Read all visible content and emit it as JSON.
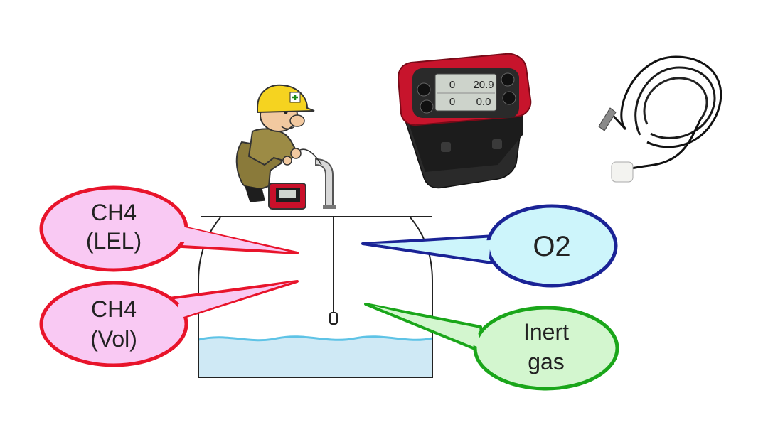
{
  "labels": {
    "ch4_lel": [
      "CH4",
      "(LEL)"
    ],
    "ch4_vol": [
      "CH4",
      "(Vol)"
    ],
    "o2": "O2",
    "inert_gas": [
      "Inert",
      "gas"
    ]
  },
  "device_display": {
    "row1_left": "0",
    "row1_right": "20.9",
    "row2_left": "0",
    "row2_right": "0.0"
  },
  "colors": {
    "lel": "#e8142b",
    "vol": "#e8142b",
    "pink_fill": "#f9c9f3",
    "o2": "#1a2396",
    "o2_fill": "#cdf5fb",
    "inert": "#1aa61a",
    "inert_fill": "#d3f6cf",
    "water": "#cfe9f5",
    "water_line": "#5ec3e6"
  }
}
